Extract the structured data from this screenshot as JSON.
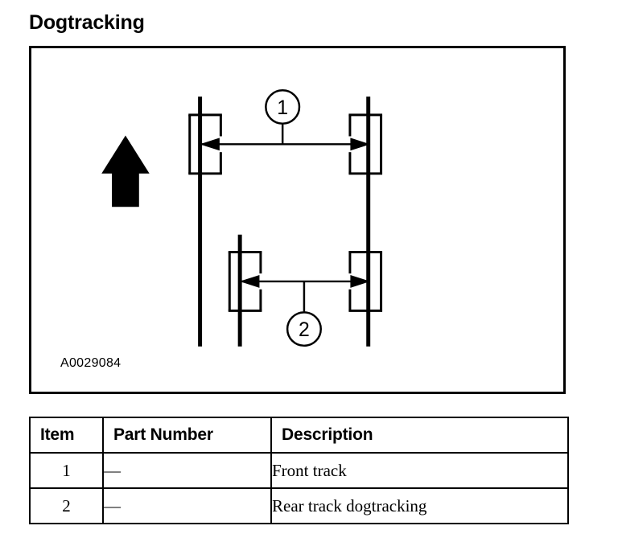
{
  "page": {
    "title": "Dogtracking"
  },
  "figure": {
    "id_label": "A0029084",
    "direction_arrow": "forward-direction-arrow",
    "callouts": [
      {
        "number": "1",
        "refers_to": "Front track"
      },
      {
        "number": "2",
        "refers_to": "Rear track dogtracking"
      }
    ],
    "elements": {
      "front_axle": "front-axle-line",
      "rear_axle": "rear-axle-line",
      "front_left_wheel": "front-left-wheel",
      "front_right_wheel": "front-right-wheel",
      "rear_left_wheel": "rear-left-wheel",
      "rear_right_wheel": "rear-right-wheel",
      "front_dimension": "front-track-dimension",
      "rear_dimension": "rear-track-dimension"
    }
  },
  "table": {
    "headers": {
      "item": "Item",
      "part_number": "Part Number",
      "description": "Description"
    },
    "rows": [
      {
        "item": "1",
        "part_number": "—",
        "description": "Front track"
      },
      {
        "item": "2",
        "part_number": "—",
        "description": "Rear track dogtracking"
      }
    ]
  },
  "colors": {
    "ink": "#000000",
    "paper": "#ffffff"
  }
}
